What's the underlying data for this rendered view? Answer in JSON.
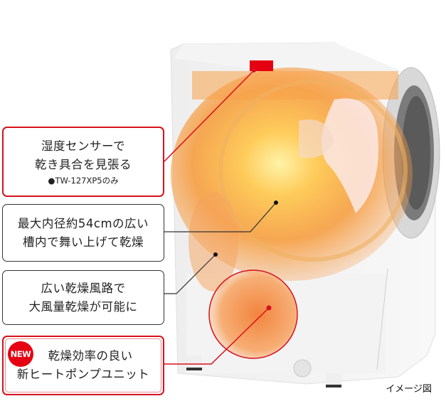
{
  "callouts": [
    {
      "lines": [
        "湿度センサーで",
        "乾き具合を見張る"
      ],
      "note": "●TW-127XP5のみ",
      "style": "red"
    },
    {
      "lines": [
        "最大内径約54cmの広い",
        "槽内で舞い上げて乾燥"
      ],
      "style": "dark"
    },
    {
      "lines": [
        "広い乾燥風路で",
        "大風量乾燥が可能に"
      ],
      "style": "dark"
    },
    {
      "badge": "NEW",
      "lines": [
        "乾燥効率の良い",
        "新ヒートポンプユニット"
      ],
      "style": "red-double"
    }
  ],
  "caption": "イメージ図",
  "colors": {
    "accent_red": "#d7121d",
    "badge_red": "#e50012",
    "leader_dark": "#333333",
    "heat_orange": "#f58a2a"
  }
}
